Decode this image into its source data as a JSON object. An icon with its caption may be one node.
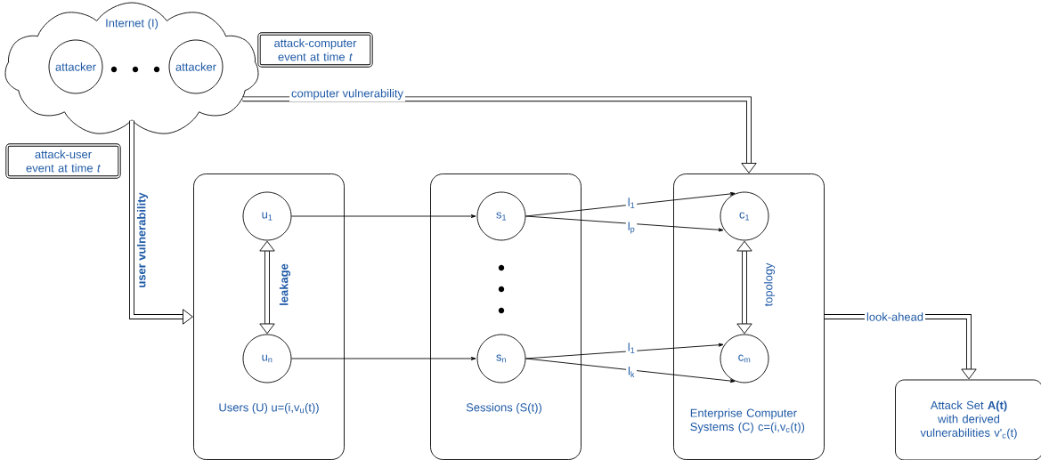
{
  "diagram": {
    "nodes": [
      {
        "text": [
          "Internet (I)"
        ]
      },
      {
        "text": [
          "attacker"
        ],
        "in": 0
      },
      {
        "text": [
          "attacker"
        ],
        "in": 0
      },
      {
        "text": [
          "attack-computer event at time *t*"
        ]
      },
      {
        "text": [
          "attack-user event at time *t*"
        ]
      },
      {
        "text": [
          "Users (U) u=(i,v$_{u}$(t))"
        ]
      },
      {
        "text": [
          "u$_{1}$"
        ],
        "in": 5
      },
      {
        "text": [
          "u$_{n}$"
        ],
        "in": 5
      },
      {
        "text": [
          "Sessions (S(t))"
        ]
      },
      {
        "text": [
          "s$_{1}$"
        ],
        "in": 8
      },
      {
        "text": [
          "s$_{n}$"
        ],
        "in": 8
      },
      {
        "text": [
          "Enterprise Computer Systems (C) c=(i,v$_{c}$(t))"
        ]
      },
      {
        "text": [
          "c$_{1}$"
        ],
        "in": 11
      },
      {
        "text": [
          "c$_{m}$"
        ],
        "in": 11
      },
      {
        "text": [
          "Attack Set **A(t)** with derived vulnerabilities v'$_{c}$(t)"
        ]
      }
    ],
    "edges": [
      {
        "from": 0,
        "to": 11,
        "arrow": "to",
        "label": "computer vulnerability",
        "style": "thick"
      },
      {
        "from": 0,
        "to": 5,
        "arrow": "to",
        "label": "user vulnerability",
        "style": "thick"
      },
      {
        "from": 6,
        "to": 7,
        "arrow": "both",
        "label": "leakage",
        "style": "thick"
      },
      {
        "from": 6,
        "to": 9,
        "arrow": "to"
      },
      {
        "from": 7,
        "to": 10,
        "arrow": "to"
      },
      {
        "from": 9,
        "to": 12,
        "arrow": "to",
        "label": "l$_{1}$"
      },
      {
        "from": 9,
        "to": 12,
        "arrow": "to",
        "label": "l$_{p}$"
      },
      {
        "from": 10,
        "to": 13,
        "arrow": "to",
        "label": "l$_{1}$"
      },
      {
        "from": 10,
        "to": 13,
        "arrow": "to",
        "label": "l$_{k}$"
      },
      {
        "from": 12,
        "to": 13,
        "arrow": "both",
        "label": "topology",
        "style": "thick"
      },
      {
        "from": 11,
        "to": 14,
        "arrow": "to",
        "label": "look-ahead",
        "style": "thick"
      }
    ]
  }
}
